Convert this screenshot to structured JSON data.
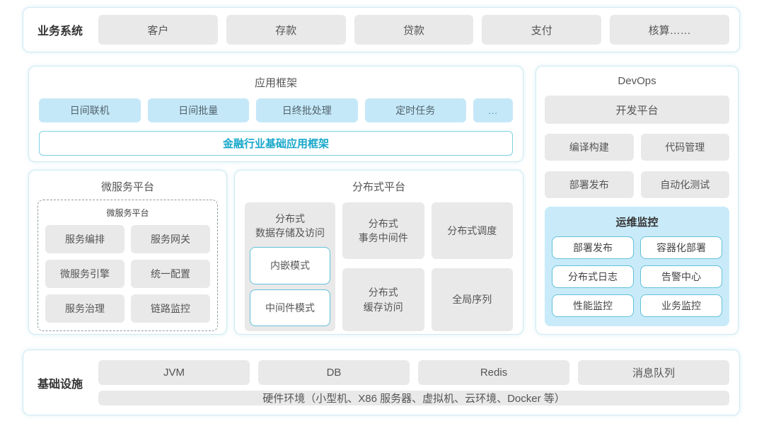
{
  "colors": {
    "panel_border": "#cfeaf2",
    "chip_gray": "#e9e9e9",
    "chip_blue": "#c5e8f8",
    "monitor_bg": "#c9ebf9",
    "cyan_border": "#62c1da",
    "accent_text": "#16a7ca"
  },
  "business_systems": {
    "label": "业务系统",
    "items": [
      "客户",
      "存款",
      "贷款",
      "支付",
      "核算……"
    ]
  },
  "app_framework": {
    "title": "应用框架",
    "items": [
      "日间联机",
      "日间批量",
      "日终批处理",
      "定时任务",
      "..."
    ],
    "base": "金融行业基础应用框架"
  },
  "microservice": {
    "title": "微服务平台",
    "inner_title": "微服务平台",
    "items": [
      "服务编排",
      "服务网关",
      "微服务引擎",
      "统一配置",
      "服务治理",
      "链路监控"
    ]
  },
  "distributed": {
    "title": "分布式平台",
    "storage": {
      "label": "分布式\n数据存储及访问",
      "modes": [
        "内嵌模式",
        "中间件模式"
      ]
    },
    "cells": [
      "分布式\n事务中间件",
      "分布式调度",
      "分布式\n缓存访问",
      "全局序列"
    ]
  },
  "devops": {
    "title": "DevOps",
    "platform": "开发平台",
    "items": [
      "编译构建",
      "代码管理",
      "部署发布",
      "自动化测试"
    ],
    "monitoring": {
      "title": "运维监控",
      "items": [
        "部署发布",
        "容器化部署",
        "分布式日志",
        "告警中心",
        "性能监控",
        "业务监控"
      ]
    }
  },
  "infrastructure": {
    "label": "基础设施",
    "items": [
      "JVM",
      "DB",
      "Redis",
      "消息队列"
    ],
    "hardware": "硬件环境（小型机、X86 服务器、虚拟机、云环境、Docker 等）"
  }
}
